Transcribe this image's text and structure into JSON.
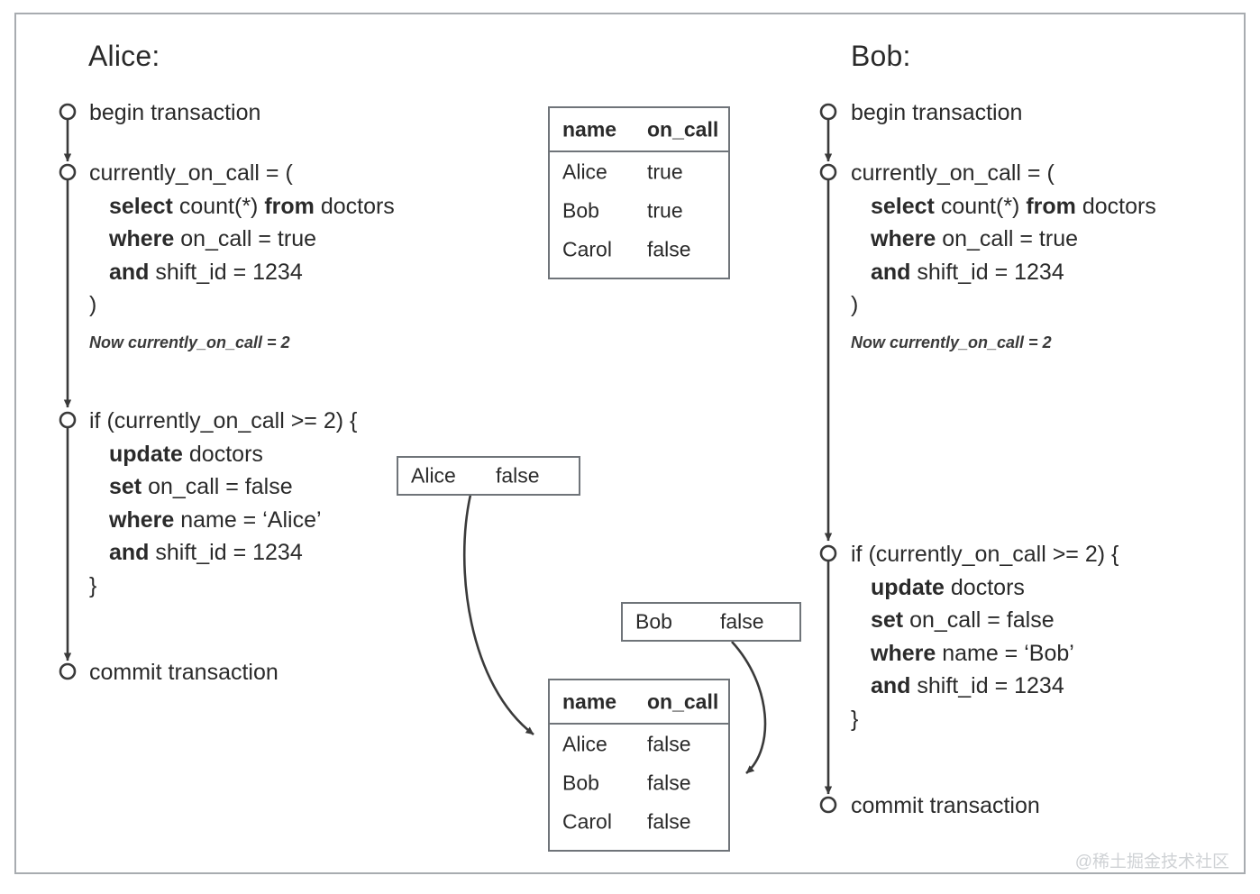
{
  "diagram": {
    "title_alice": "Alice:",
    "title_bob": "Bob:",
    "watermark": "@稀土掘金技术社区",
    "colors": {
      "ink": "#2a2a2a",
      "line": "#3a3a3a",
      "box_border": "#6f7479",
      "frame_border": "#a8acb0",
      "watermark": "#cfd2d5"
    }
  },
  "alice": {
    "name": "Alice",
    "steps": [
      {
        "id": "begin",
        "lines": [
          {
            "parts": [
              {
                "t": "begin transaction",
                "b": false
              }
            ]
          }
        ]
      },
      {
        "id": "select",
        "lines": [
          {
            "parts": [
              {
                "t": "currently_on_call = (",
                "b": false
              }
            ]
          },
          {
            "parts": [
              {
                "t": "select ",
                "b": true
              },
              {
                "t": "count(*) ",
                "b": false
              },
              {
                "t": "from ",
                "b": true
              },
              {
                "t": "doctors",
                "b": false
              }
            ]
          },
          {
            "parts": [
              {
                "t": "where ",
                "b": true
              },
              {
                "t": "on_call = true",
                "b": false
              }
            ]
          },
          {
            "parts": [
              {
                "t": "and ",
                "b": true
              },
              {
                "t": "shift_id = 1234",
                "b": false
              }
            ]
          },
          {
            "parts": [
              {
                "t": ")",
                "b": false
              }
            ]
          }
        ],
        "note": "Now currently_on_call = 2"
      },
      {
        "id": "update",
        "lines": [
          {
            "parts": [
              {
                "t": "if (currently_on_call >= 2) {",
                "b": false
              }
            ]
          },
          {
            "parts": [
              {
                "t": "update ",
                "b": true
              },
              {
                "t": "doctors",
                "b": false
              }
            ]
          },
          {
            "parts": [
              {
                "t": "set ",
                "b": true
              },
              {
                "t": "on_call = false",
                "b": false
              }
            ]
          },
          {
            "parts": [
              {
                "t": "where ",
                "b": true
              },
              {
                "t": "name = ‘Alice’",
                "b": false
              }
            ]
          },
          {
            "parts": [
              {
                "t": "and ",
                "b": true
              },
              {
                "t": "shift_id = 1234",
                "b": false
              }
            ]
          },
          {
            "parts": [
              {
                "t": "}",
                "b": false
              }
            ]
          }
        ]
      },
      {
        "id": "commit",
        "lines": [
          {
            "parts": [
              {
                "t": "commit transaction",
                "b": false
              }
            ]
          }
        ]
      }
    ]
  },
  "bob": {
    "name": "Bob",
    "steps": [
      {
        "id": "begin",
        "lines": [
          {
            "parts": [
              {
                "t": "begin transaction",
                "b": false
              }
            ]
          }
        ]
      },
      {
        "id": "select",
        "lines": [
          {
            "parts": [
              {
                "t": "currently_on_call = (",
                "b": false
              }
            ]
          },
          {
            "parts": [
              {
                "t": "select ",
                "b": true
              },
              {
                "t": "count(*) ",
                "b": false
              },
              {
                "t": "from ",
                "b": true
              },
              {
                "t": "doctors",
                "b": false
              }
            ]
          },
          {
            "parts": [
              {
                "t": "where ",
                "b": true
              },
              {
                "t": "on_call = true",
                "b": false
              }
            ]
          },
          {
            "parts": [
              {
                "t": "and ",
                "b": true
              },
              {
                "t": "shift_id = 1234",
                "b": false
              }
            ]
          },
          {
            "parts": [
              {
                "t": ")",
                "b": false
              }
            ]
          }
        ],
        "note": "Now currently_on_call = 2"
      },
      {
        "id": "update",
        "lines": [
          {
            "parts": [
              {
                "t": "if (currently_on_call >= 2) {",
                "b": false
              }
            ]
          },
          {
            "parts": [
              {
                "t": "update ",
                "b": true
              },
              {
                "t": "doctors",
                "b": false
              }
            ]
          },
          {
            "parts": [
              {
                "t": "set ",
                "b": true
              },
              {
                "t": "on_call = false",
                "b": false
              }
            ]
          },
          {
            "parts": [
              {
                "t": "where ",
                "b": true
              },
              {
                "t": "name = ‘Bob’",
                "b": false
              }
            ]
          },
          {
            "parts": [
              {
                "t": "and ",
                "b": true
              },
              {
                "t": "shift_id = 1234",
                "b": false
              }
            ]
          },
          {
            "parts": [
              {
                "t": "}",
                "b": false
              }
            ]
          }
        ]
      },
      {
        "id": "commit",
        "lines": [
          {
            "parts": [
              {
                "t": "commit transaction",
                "b": false
              }
            ]
          }
        ]
      }
    ]
  },
  "tables": {
    "before": {
      "id": "doctors-table-before",
      "headers": [
        "name",
        "on_call"
      ],
      "rows": [
        [
          "Alice",
          "true"
        ],
        [
          "Bob",
          "true"
        ],
        [
          "Carol",
          "false"
        ]
      ]
    },
    "after": {
      "id": "doctors-table-after",
      "headers": [
        "name",
        "on_call"
      ],
      "rows": [
        [
          "Alice",
          "false"
        ],
        [
          "Bob",
          "false"
        ],
        [
          "Carol",
          "false"
        ]
      ]
    }
  },
  "writes": [
    {
      "id": "alice-write",
      "name": "Alice",
      "value": "false"
    },
    {
      "id": "bob-write",
      "name": "Bob",
      "value": "false"
    }
  ]
}
